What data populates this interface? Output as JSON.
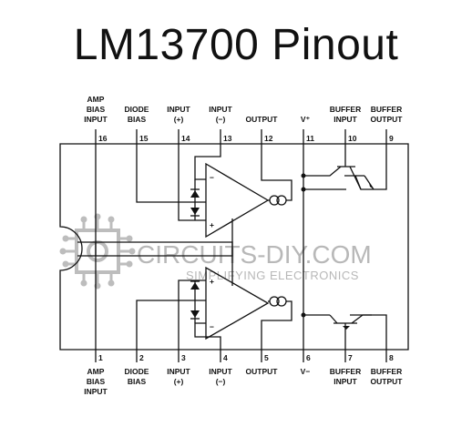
{
  "title": "LM13700 Pinout",
  "pins_top": [
    {
      "number": "16",
      "label": [
        "AMP",
        "BIAS",
        "INPUT"
      ]
    },
    {
      "number": "15",
      "label": [
        "DIODE",
        "BIAS"
      ]
    },
    {
      "number": "14",
      "label": [
        "INPUT",
        "(+)"
      ]
    },
    {
      "number": "13",
      "label": [
        "INPUT",
        "(−)"
      ]
    },
    {
      "number": "12",
      "label": [
        "OUTPUT"
      ]
    },
    {
      "number": "11",
      "label": [
        "V⁺"
      ]
    },
    {
      "number": "10",
      "label": [
        "BUFFER",
        "INPUT"
      ]
    },
    {
      "number": "9",
      "label": [
        "BUFFER",
        "OUTPUT"
      ]
    }
  ],
  "pins_bottom": [
    {
      "number": "1",
      "label": [
        "AMP",
        "BIAS",
        "INPUT"
      ]
    },
    {
      "number": "2",
      "label": [
        "DIODE",
        "BIAS"
      ]
    },
    {
      "number": "3",
      "label": [
        "INPUT",
        "(+)"
      ]
    },
    {
      "number": "4",
      "label": [
        "INPUT",
        "(−)"
      ]
    },
    {
      "number": "5",
      "label": [
        "OUTPUT"
      ]
    },
    {
      "number": "6",
      "label": [
        "V−"
      ]
    },
    {
      "number": "7",
      "label": [
        "BUFFER",
        "INPUT"
      ]
    },
    {
      "number": "8",
      "label": [
        "BUFFER",
        "OUTPUT"
      ]
    }
  ],
  "amp_top_signs": [
    "−",
    "+"
  ],
  "amp_bottom_signs": [
    "+",
    "−"
  ],
  "watermark": {
    "brand": "CIRCUITS-DIY.COM",
    "tagline": "SIMPLIFYING ELECTRONICS"
  }
}
